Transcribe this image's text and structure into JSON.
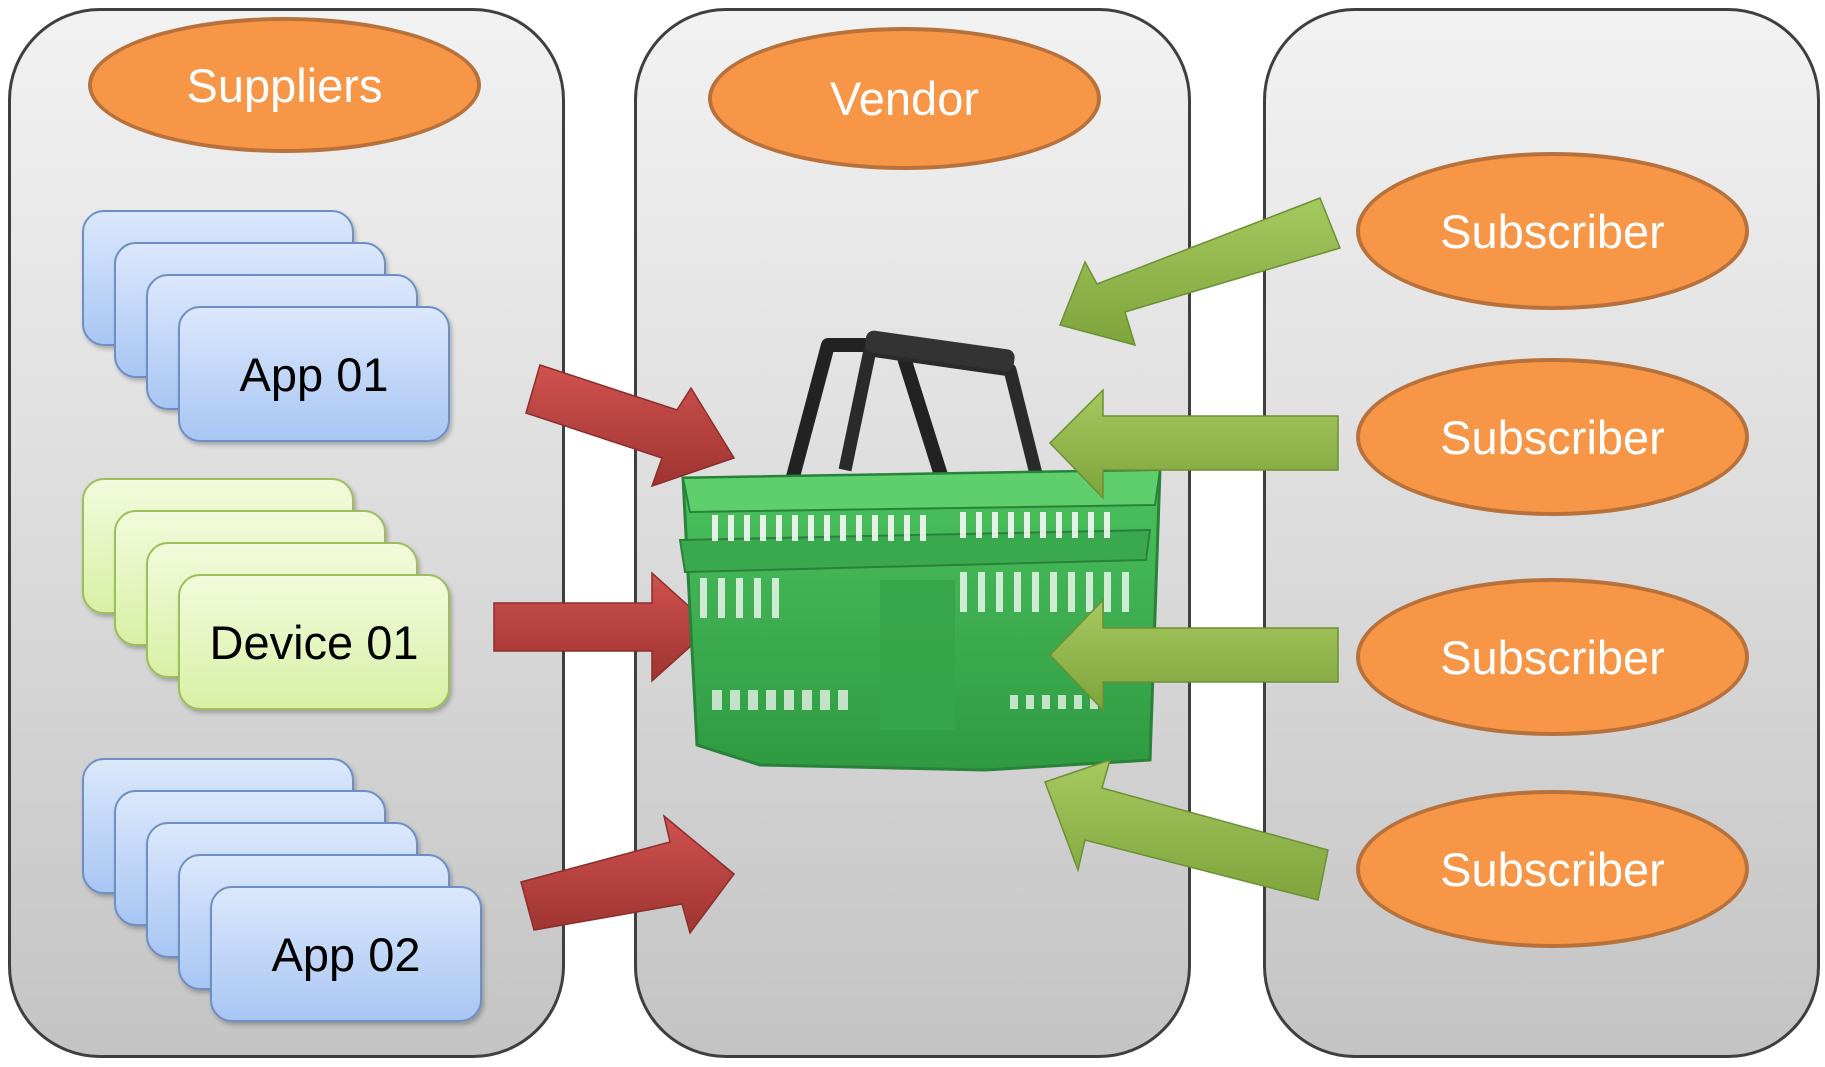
{
  "headers": {
    "suppliers": "Suppliers",
    "vendor": "Vendor"
  },
  "suppliers": {
    "group_1_label": "App 01",
    "group_2_label": "Device 01",
    "group_3_label": "App 02"
  },
  "subscribers": [
    "Subscriber",
    "Subscriber",
    "Subscriber",
    "Subscriber"
  ],
  "colors": {
    "ellipse_fill": "#f79646",
    "supplier_arrow": "#c0504d",
    "subscriber_arrow": "#9bbb59",
    "basket": "#3dae4f",
    "app_card": "#a9c6f3",
    "device_card": "#d9f0a6"
  },
  "icons": [
    "shopping-basket-icon"
  ]
}
